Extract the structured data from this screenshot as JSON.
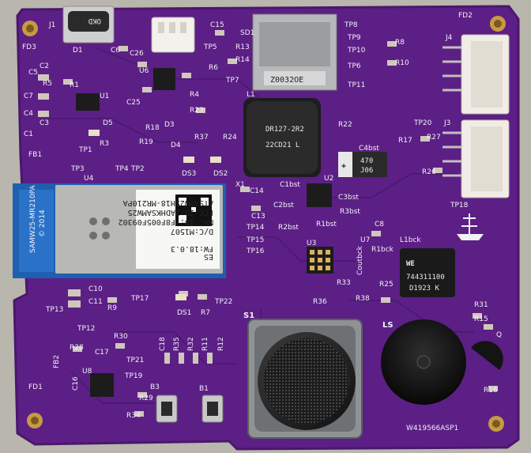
{
  "board": {
    "colors": {
      "board": "#5c1f86",
      "board_dark": "#4a176c",
      "silk": "#f3f0f6",
      "gold": "#c89a42",
      "copper": "#b7843c",
      "wall": "#b9b6ae"
    },
    "labels": {
      "j1": "J1",
      "fd3": "FD3",
      "d1": "D1",
      "c6": "C6",
      "c26": "C26",
      "c15": "C15",
      "sd1": "SD1",
      "tp8": "TP8",
      "tp9": "TP9",
      "tp10": "TP10",
      "tp6": "TP6",
      "tp11": "TP11",
      "r8": "R8",
      "r10": "R10",
      "fd2": "FD2",
      "j4": "J4",
      "j3": "J3",
      "tp20": "TP20",
      "r17": "R17",
      "r27": "R27",
      "r26": "R26",
      "tp18": "TP18",
      "c2": "C2",
      "c3": "C3",
      "c5": "C5",
      "r5": "R5",
      "r1": "R1",
      "c7": "C7",
      "u1": "U1",
      "c4": "C4",
      "c1": "C1",
      "d5": "D5",
      "fb1": "FB1",
      "r3": "R3",
      "tp1": "TP1",
      "u6": "U6",
      "tp5": "TP5",
      "r13": "R13",
      "r14": "R14",
      "tp7": "TP7",
      "r6": "R6",
      "c25": "C25",
      "r4": "R4",
      "r23": "R23",
      "r18": "R18",
      "r19": "R19",
      "d3": "D3",
      "d4": "D4",
      "r37": "R37",
      "r24": "R24",
      "ds3": "DS3",
      "ds2": "DS2",
      "l1": "L1",
      "r22": "R22",
      "c4bst": "C4bst",
      "tp3": "TP3",
      "tp4": "TP4",
      "tp2": "TP2",
      "u4": "U4",
      "x1": "X1",
      "c14": "C14",
      "c1bst": "C1bst",
      "u2": "U2",
      "c3bst": "C3bst",
      "c2bst": "C2bst",
      "r3bst": "R3bst",
      "c13": "C13",
      "tp14": "TP14",
      "r2bst": "R2bst",
      "r1bst": "R1bst",
      "tp15": "TP15",
      "tp16": "TP16",
      "u3": "U3",
      "c8": "C8",
      "u7": "U7",
      "l1bck": "L1bck",
      "r1bck": "R1bck",
      "coutbck": "Coutbck",
      "r33": "R33",
      "r25": "R25",
      "r36": "R36",
      "r38": "R38",
      "c10": "C10",
      "c11": "C11",
      "r9": "R9",
      "tp17": "TP17",
      "ds1": "DS1",
      "r7": "R7",
      "tp22": "TP22",
      "tp13": "TP13",
      "tp12": "TP12",
      "s1": "S1",
      "r31": "R31",
      "r15": "R15",
      "ls": "LS",
      "q": "Q",
      "r30": "R30",
      "r28": "R28",
      "c17": "C17",
      "tp21": "TP21",
      "fb2": "FB2",
      "u8": "U8",
      "c16": "C16",
      "c18": "C18",
      "r35": "R35",
      "r32": "R32",
      "r11": "R11",
      "r12": "R12",
      "tp19": "TP19",
      "b3": "B3",
      "b1": "B1",
      "r29": "R29",
      "r34": "R34",
      "fd1": "FD1",
      "r16": "R16",
      "board_code": "W419566ASP1"
    }
  },
  "components": {
    "usb_marking": "OKD",
    "sd_marking": "Z0032OE",
    "inductor_l1": {
      "line1": "DR127-2R2",
      "line2": "22CD21 L"
    },
    "cap_c4bst": {
      "line1": "470",
      "line2": "J06"
    },
    "inductor_l1bck": {
      "line1": "744311100",
      "line2": "D1923 K",
      "logo": "WE"
    },
    "wifi_module": {
      "es": "ES",
      "fw": "FW:18.0.3",
      "dc": "D/C:M1507",
      "mac": "MAC ID: F8F005F09302",
      "fcc": "FCC ID:2ADHKSAMW25",
      "model": "ATSAMW25H18-MR210PA",
      "side_text": "SAMW25-MR210PA",
      "year": "© 2014"
    }
  }
}
